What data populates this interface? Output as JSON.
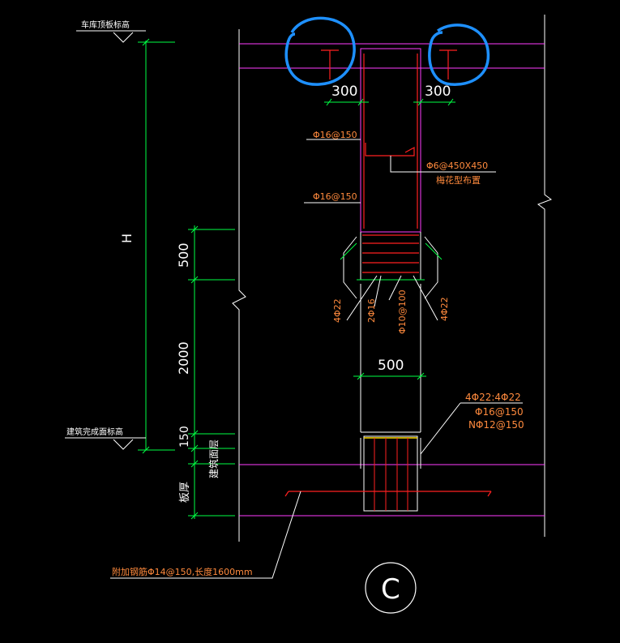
{
  "annotations": {
    "roof_slab_level": "车库顶板标高",
    "finished_floor_level": "建筑完成面标高",
    "height_symbol": "H",
    "dim_300_left": "300",
    "dim_300_right": "300",
    "stirrup_upper": "Φ16@150",
    "tie_bar": "Φ6@450X450",
    "tie_bar_note": "梅花型布置",
    "stirrup_lower": "Φ16@150",
    "dim_500_vertical": "500",
    "dim_2000": "2000",
    "dim_150": "150",
    "floor_buildup": "建筑面层",
    "slab_thickness": "板厚",
    "bar_4phi22_left": "4Φ22",
    "bar_2phi16": "2Φ16",
    "bar_phi10_100": "Φ10@100",
    "bar_4phi22_right": "4Φ22",
    "dim_500_width": "500",
    "embed_bars": "4Φ22:4Φ22",
    "embed_stirrup": "Φ16@150",
    "embed_ties": "NΦ12@150",
    "additional_bars": "附加钢筋Φ14@150,长度1600mm",
    "detail_label": "C"
  },
  "colors": {
    "background": "#000000",
    "slab_line": "#ff3cff",
    "dimension": "#00ff44",
    "text_white": "#ffffff",
    "text_orange": "#ff8a3d",
    "rebar_red": "#ff2020",
    "highlight_blue": "#1e90ff"
  }
}
